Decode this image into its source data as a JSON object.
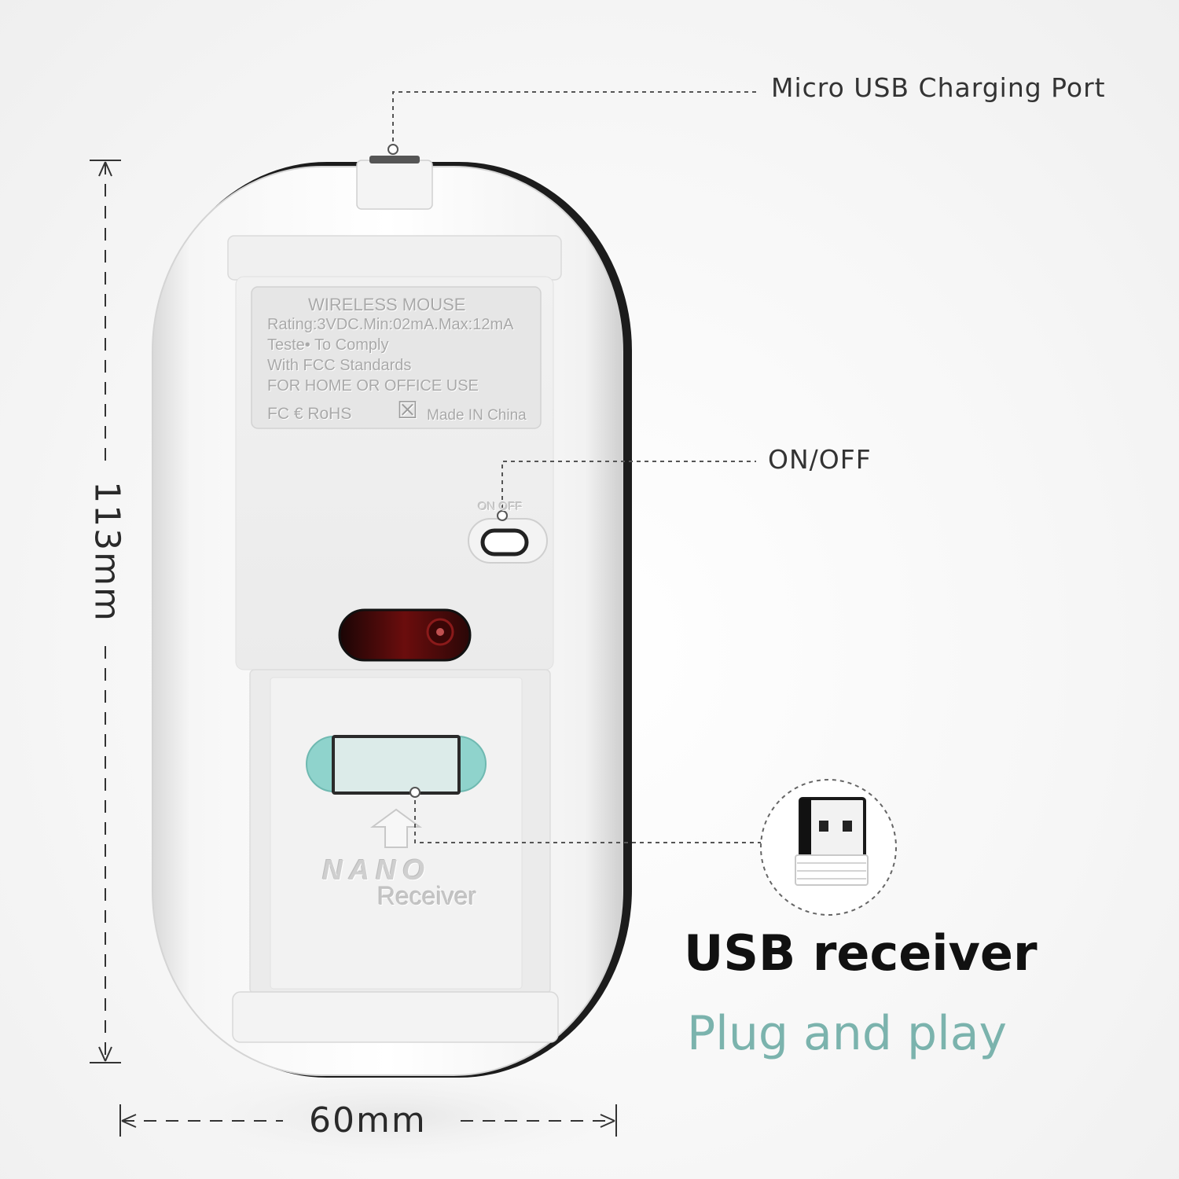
{
  "callouts": {
    "charging_port": "Micro USB Charging Port",
    "power_switch": "ON/OFF"
  },
  "dimensions": {
    "height": "113mm",
    "width": "60mm"
  },
  "product_label": {
    "line1": "WIRELESS MOUSE",
    "line2": "Rating:3VDC.Min:02mA.Max:12mA",
    "line3": "Teste• To Comply",
    "line4": "With FCC Standards",
    "line5": "FOR HOME OR OFFICE USE",
    "marks": "FC € RoHS",
    "origin": "Made IN China"
  },
  "switch_label": "ON OFF",
  "receiver_bay": {
    "brand": "NANO",
    "caption": "Receiver"
  },
  "feature": {
    "title": "USB receiver",
    "subtitle": "Plug and play"
  },
  "colors": {
    "accent_teal": "#7bb3ad",
    "title_black": "#111111",
    "lens_red": "#5a0a0a",
    "receiver_slot": "#8fd3cc"
  }
}
